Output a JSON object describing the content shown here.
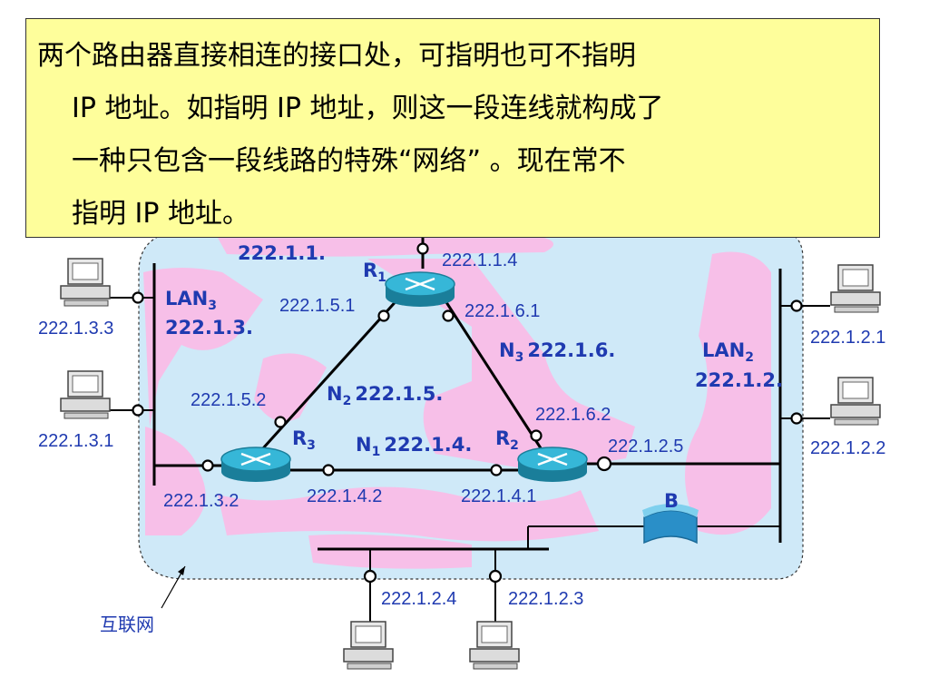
{
  "caption": {
    "line1": "两个路由器直接相连的接口处，可指明也可不指明",
    "line2": "IP 地址。如指明 IP 地址，则这一段连线就构成了",
    "line3": "一种只包含一段线路的特殊“网络”  。现在常不",
    "line4": "指明 IP 地址。"
  },
  "labels": {
    "net_top": "222.1.1.",
    "r1_up": "222.1.1.4",
    "r1_left": "222.1.5.1",
    "r1_right": "222.1.6.1",
    "lan3_name": "LAN",
    "lan3_sub": "3",
    "lan3_net": "222.1.3.",
    "host_lan3_top": "222.1.3.3",
    "host_lan3_bottom": "222.1.3.1",
    "n3_name": "N",
    "n3_sub": "3",
    "n3_net": "222.1.6.",
    "n2_name": "N",
    "n2_sub": "2",
    "n2_net": "222.1.5.",
    "n1_name": "N",
    "n1_sub": "1",
    "n1_net": "222.1.4.",
    "r3_left_if": "222.1.5.2",
    "r2_top_if": "222.1.6.2",
    "r2_right_if": "222.1.2.5",
    "r3_bottom_if": "222.1.3.2",
    "n1_left_if": "222.1.4.2",
    "n1_right_if": "222.1.4.1",
    "lan2_name": "LAN",
    "lan2_sub": "2",
    "lan2_net": "222.1.2.",
    "host_lan2_top": "222.1.2.1",
    "host_lan2_bottom": "222.1.2.2",
    "bottom_host_left": "222.1.2.4",
    "bottom_host_right": "222.1.2.3",
    "bridge": "B",
    "internet": "互联网",
    "r1_name": "R",
    "r1_sub": "1",
    "r2_name": "R",
    "r2_sub": "2",
    "r3_name": "R",
    "r3_sub": "3"
  },
  "colors": {
    "cloud_fill": "#cfe9f8",
    "pink_fill": "#f7bfe8",
    "label_blue": "#1f3ab0",
    "router_teal": "#2aa6c6",
    "caption_bg": "#fefe9b"
  }
}
